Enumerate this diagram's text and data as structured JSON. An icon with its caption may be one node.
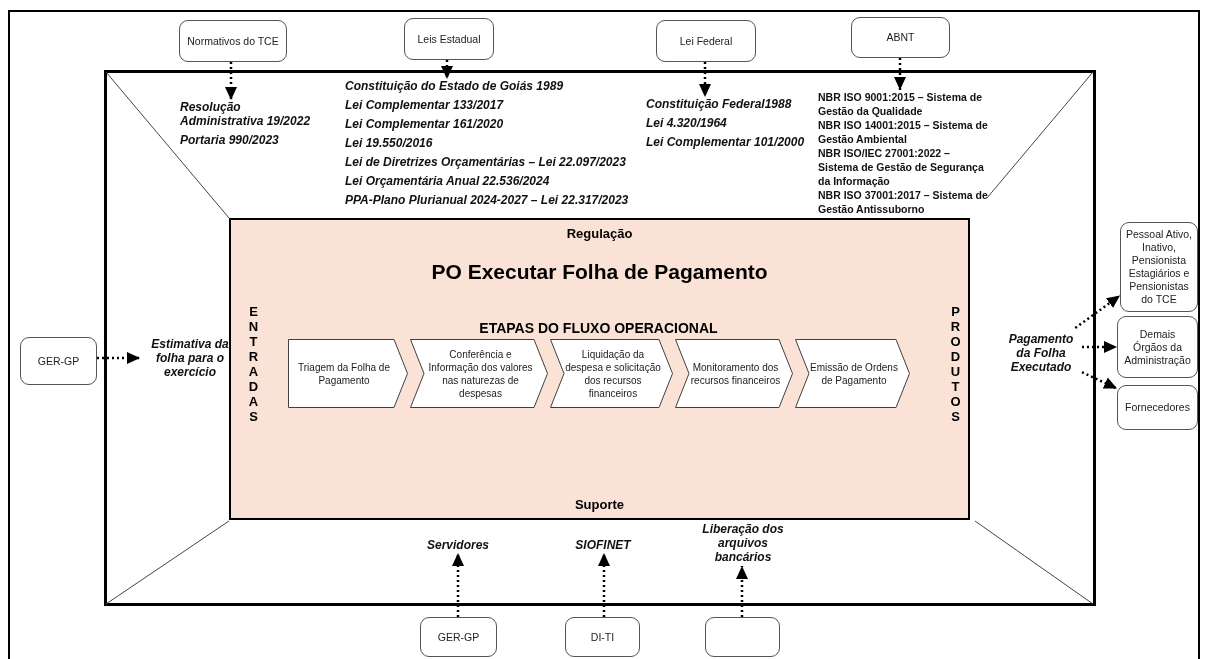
{
  "diagram": {
    "nodes": [
      {
        "text": [
          "Normativos do TCE"
        ]
      },
      {
        "text": [
          "Leis Estadual"
        ]
      },
      {
        "text": [
          "Lei Federal"
        ]
      },
      {
        "text": [
          "ABNT"
        ]
      },
      {
        "text": [
          "Resolução Administrativa 19/2022",
          "Portaria 990/2023"
        ]
      },
      {
        "text": [
          "Constituição do Estado de Goiás 1989",
          "Lei Complementar 133/2017",
          "Lei Complementar 161/2020",
          "Lei 19.550/2016",
          "Lei de Diretrizes Orçamentárias – Lei 22.097/2023",
          "Lei Orçamentária Anual 22.536/2024",
          "PPA-Plano Plurianual 2024-2027 – Lei 22.317/2023"
        ]
      },
      {
        "text": [
          "Constituição Federal1988",
          "Lei 4.320/1964",
          "Lei Complementar 101/2000"
        ]
      },
      {
        "text": [
          "NBR ISO 9001:2015 – Sistema de Gestão da Qualidade",
          "NBR ISO 14001:2015 – Sistema de Gestão Ambiental",
          "NBR ISO/IEC 27001:2022 – Sistema de Gestão de Segurança da Informação",
          "NBR ISO 37001:2017 – Sistema de Gestão Antissuborno"
        ]
      },
      {
        "text": [
          "GER-GP"
        ]
      },
      {
        "text": [
          "Estimativa da folha para o exercício"
        ]
      },
      {
        "text": [
          "Regulação",
          "PO Executar Folha de Pagamento",
          "ENTRADAS",
          "ETAPAS DO FLUXO OPERACIONAL",
          "PRODUTOS",
          "Suporte"
        ]
      },
      {
        "text": [
          "Triagem da Folha de Pagamento"
        ],
        "in": 10
      },
      {
        "text": [
          "Conferência e Informação dos valores nas naturezas de despesas"
        ],
        "in": 10
      },
      {
        "text": [
          "Liquidação da despesa e solicitação dos recursos financeiros"
        ],
        "in": 10
      },
      {
        "text": [
          "Monitoramento dos recursos financeiros"
        ],
        "in": 10
      },
      {
        "text": [
          "Emissão de Ordens de Pagamento"
        ],
        "in": 10
      },
      {
        "text": [
          "Pagamento da Folha Executado"
        ]
      },
      {
        "text": [
          "Pessoal Ativo, Inativo, Pensionista Estagiários e Pensionistas do TCE"
        ]
      },
      {
        "text": [
          "Demais Órgãos da Administração"
        ]
      },
      {
        "text": [
          "Fornecedores"
        ]
      },
      {
        "text": [
          "Servidores"
        ]
      },
      {
        "text": [
          "SIOFINET"
        ]
      },
      {
        "text": [
          "Liberação dos arquivos bancários"
        ]
      },
      {
        "text": [
          "GER-GP"
        ]
      },
      {
        "text": [
          "DI-TI"
        ]
      },
      {
        "text": [],
        "shape": "box"
      }
    ],
    "edges": [
      {
        "from": 0,
        "to": 4,
        "arrow": "to",
        "style": "dashed"
      },
      {
        "from": 1,
        "to": 5,
        "arrow": "to",
        "style": "dashed"
      },
      {
        "from": 2,
        "to": 6,
        "arrow": "to",
        "style": "dashed"
      },
      {
        "from": 3,
        "to": 7,
        "arrow": "to",
        "style": "dashed"
      },
      {
        "from": 8,
        "to": 9,
        "arrow": "to",
        "style": "dashed"
      },
      {
        "from": 16,
        "to": 17,
        "arrow": "to",
        "style": "dashed"
      },
      {
        "from": 16,
        "to": 18,
        "arrow": "to",
        "style": "dashed"
      },
      {
        "from": 16,
        "to": 19,
        "arrow": "to",
        "style": "dashed"
      },
      {
        "from": 23,
        "to": 20,
        "arrow": "to",
        "style": "dashed"
      },
      {
        "from": 24,
        "to": 21,
        "arrow": "to",
        "style": "dashed"
      },
      {
        "from": 25,
        "to": 22,
        "arrow": "to",
        "style": "dashed"
      }
    ]
  }
}
